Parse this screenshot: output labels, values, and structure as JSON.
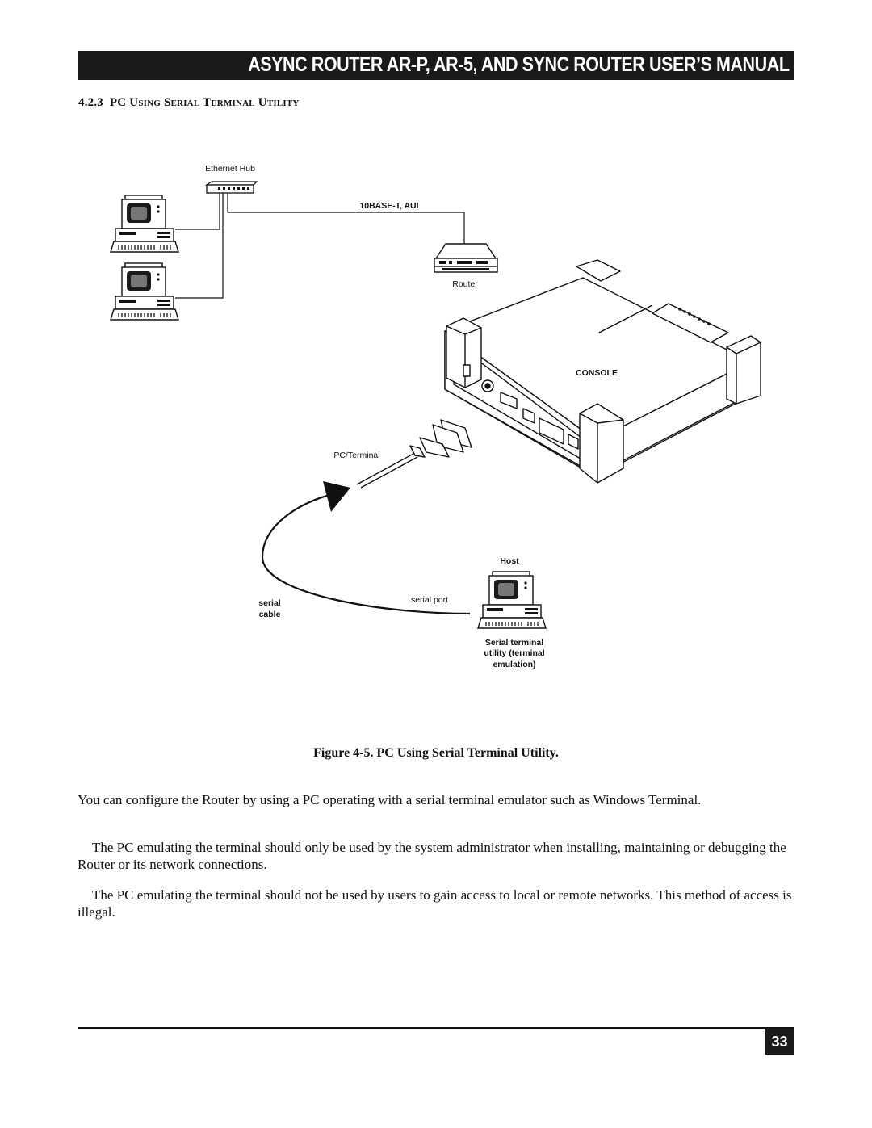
{
  "header": {
    "title": "ASYNC ROUTER AR-P, AR-5, AND SYNC ROUTER USER’S MANUAL"
  },
  "section": {
    "number": "4.2.3",
    "w1_cap": "PC",
    "w2_cap": "U",
    "w2_rest": "SING",
    "w3_cap": "S",
    "w3_rest": "ERIAL",
    "w4_cap": "T",
    "w4_rest": "ERMINAL",
    "w5_cap": "U",
    "w5_rest": "TILITY"
  },
  "diagram": {
    "ethernet_hub": "Ethernet Hub",
    "link_label": "10BASE-T, AUI",
    "router": "Router",
    "console": "CONSOLE",
    "pc_terminal": "PC/Terminal",
    "host": "Host",
    "serial_port": "serial port",
    "serial_cable_1": "serial",
    "serial_cable_2": "cable",
    "emulator_1": "Serial terminal",
    "emulator_2": "utility (terminal",
    "emulator_3": "emulation)"
  },
  "caption": "Figure 4-5. PC Using Serial Terminal Utility.",
  "paragraphs": [
    "You can configure the Router by using a PC operating with a serial terminal emulator such as Windows Terminal.",
    "The PC emulating the terminal should only be used by the system administrator when installing, maintaining or debugging the Router or its network connections.",
    "The PC emulating the terminal should not be used by users to gain access to local or remote networks. This method of access is illegal."
  ],
  "page_number": "33"
}
